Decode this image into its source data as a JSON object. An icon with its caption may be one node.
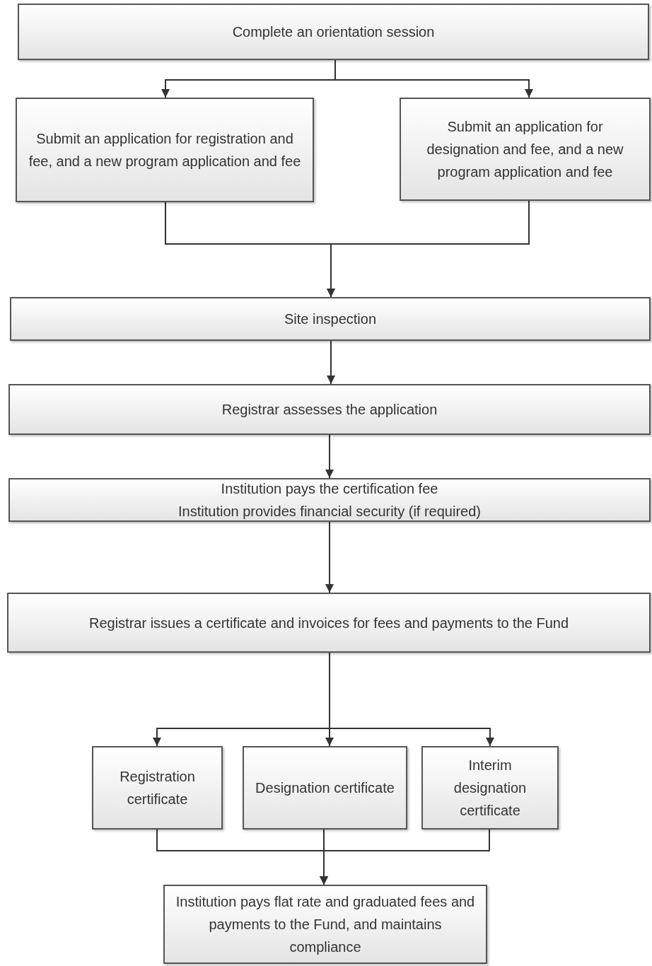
{
  "diagram": {
    "nodes": [
      {
        "text": [
          "Complete an orientation session"
        ]
      },
      {
        "text": [
          "Submit an application for registration and fee, and a new program application and fee"
        ]
      },
      {
        "text": [
          "Submit an application for designation and fee, and a new program application and fee"
        ]
      },
      {
        "text": [
          "Site inspection"
        ]
      },
      {
        "text": [
          "Registrar assesses the application"
        ]
      },
      {
        "text": [
          "Institution pays the certification fee",
          "Institution provides financial security (if required)"
        ]
      },
      {
        "text": [
          "Registrar issues a certificate and invoices for fees and payments to the Fund"
        ]
      },
      {
        "text": [
          "Registration certificate"
        ]
      },
      {
        "text": [
          "Designation certificate"
        ]
      },
      {
        "text": [
          "Interim designation certificate"
        ]
      },
      {
        "text": [
          "Institution pays flat rate and graduated fees and payments to the Fund, and maintains compliance"
        ]
      }
    ],
    "edges": [
      {
        "from": 0,
        "to": 1,
        "arrow": "to"
      },
      {
        "from": 0,
        "to": 2,
        "arrow": "to"
      },
      {
        "from": 1,
        "to": 3,
        "arrow": "to"
      },
      {
        "from": 2,
        "to": 3,
        "arrow": "to"
      },
      {
        "from": 3,
        "to": 4,
        "arrow": "to"
      },
      {
        "from": 4,
        "to": 5,
        "arrow": "to"
      },
      {
        "from": 5,
        "to": 6,
        "arrow": "to"
      },
      {
        "from": 6,
        "to": 7,
        "arrow": "to"
      },
      {
        "from": 6,
        "to": 8,
        "arrow": "to"
      },
      {
        "from": 6,
        "to": 9,
        "arrow": "to"
      },
      {
        "from": 7,
        "to": 10,
        "arrow": "to"
      },
      {
        "from": 8,
        "to": 10,
        "arrow": "to"
      },
      {
        "from": 9,
        "to": 10,
        "arrow": "to"
      }
    ]
  }
}
